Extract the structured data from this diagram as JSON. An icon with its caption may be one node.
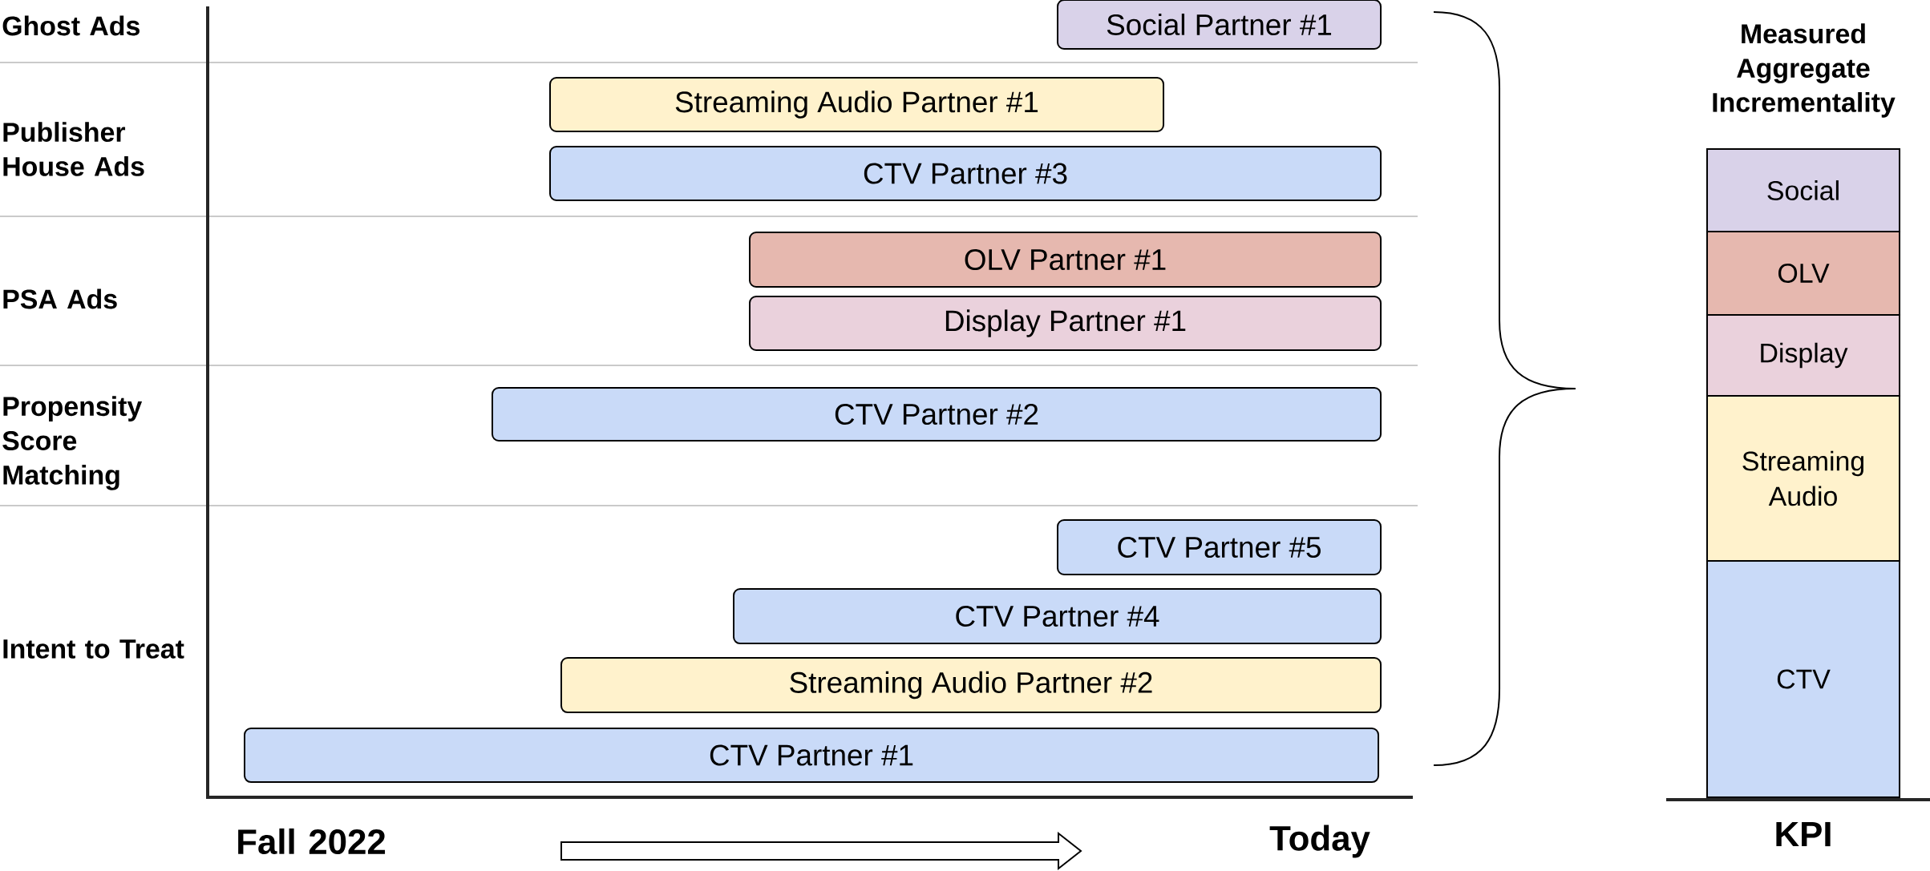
{
  "diagram": {
    "nodes": [
      {
        "text": [
          "Social Partner #1"
        ]
      },
      {
        "text": [
          "Streaming Audio Partner #1"
        ]
      },
      {
        "text": [
          "CTV Partner #3"
        ]
      },
      {
        "text": [
          "OLV Partner #1"
        ]
      },
      {
        "text": [
          "Display Partner #1"
        ]
      },
      {
        "text": [
          "CTV Partner #2"
        ]
      },
      {
        "text": [
          "CTV Partner #5"
        ]
      },
      {
        "text": [
          "CTV Partner #4"
        ]
      },
      {
        "text": [
          "Streaming Audio Partner #2"
        ]
      },
      {
        "text": [
          "CTV Partner #1"
        ]
      },
      {
        "text": [
          "Social"
        ]
      },
      {
        "text": [
          "OLV"
        ]
      },
      {
        "text": [
          "Display"
        ]
      },
      {
        "text": [
          "Streaming Audio"
        ]
      },
      {
        "text": [
          "CTV"
        ]
      }
    ],
    "labels": [
      "Ghost Ads",
      "Publisher House Ads",
      "PSA Ads",
      "Propensity Score Matching",
      "Intent to Treat",
      "Measured Aggregate Incrementality",
      "Fall 2022",
      "Today",
      "KPI"
    ]
  }
}
